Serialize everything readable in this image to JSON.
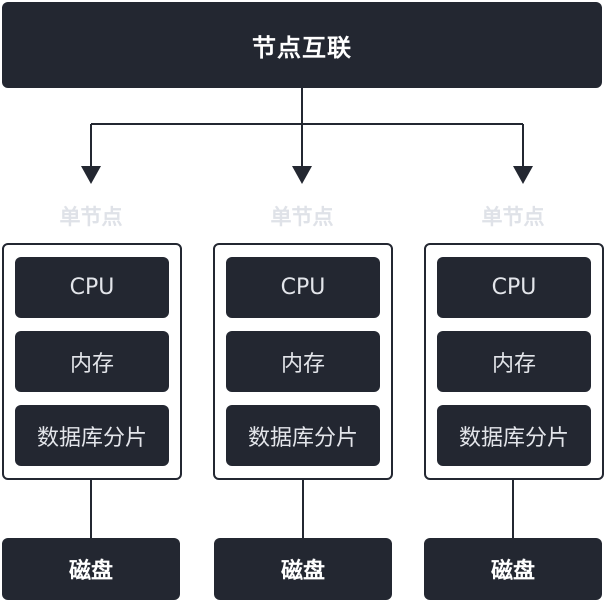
{
  "header": {
    "title": "节点互联"
  },
  "nodes": [
    {
      "label": "单节点",
      "components": [
        "CPU",
        "内存",
        "数据库分片"
      ],
      "disk": "磁盘"
    },
    {
      "label": "单节点",
      "components": [
        "CPU",
        "内存",
        "数据库分片"
      ],
      "disk": "磁盘"
    },
    {
      "label": "单节点",
      "components": [
        "CPU",
        "内存",
        "数据库分片"
      ],
      "disk": "磁盘"
    }
  ],
  "colors": {
    "dark": "#232731",
    "label_muted": "#dfe2e8",
    "component_text": "#e3e5ea"
  }
}
